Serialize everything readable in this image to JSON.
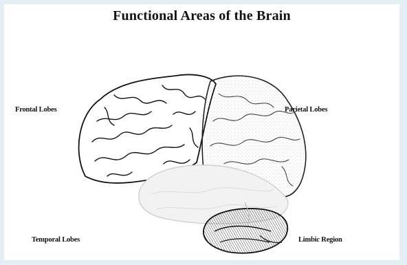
{
  "diagram": {
    "title": "Functional Areas of the Brain",
    "labels": {
      "frontal": "Frontal Lobes",
      "parietal": "Parietal Lobes",
      "temporal": "Temporal Lobes",
      "limbic": "Limbic Region"
    },
    "colors": {
      "page_border": "#e3eef5",
      "background": "#ffffff",
      "ink": "#111111",
      "faded_region": "#f2f2f2"
    }
  }
}
